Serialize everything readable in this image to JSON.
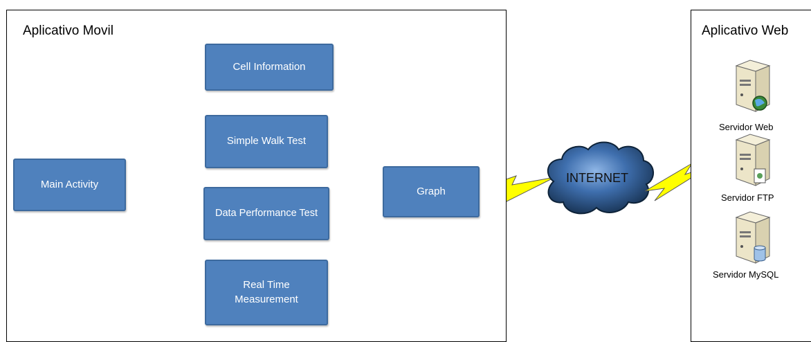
{
  "mobile_panel": {
    "title": "Aplicativo Movil",
    "main_activity": "Main Activity",
    "modules": {
      "cell_information": "Cell Information",
      "simple_walk_test": "Simple Walk Test",
      "data_performance_test": "Data Performance Test",
      "real_time_line1": "Real Time",
      "real_time_line2": "Measurement"
    },
    "graph": "Graph"
  },
  "network": {
    "cloud_label": "INTERNET"
  },
  "web_panel": {
    "title": "Aplicativo Web",
    "servers": [
      {
        "label": "Servidor Web",
        "icon": "globe-badge-icon"
      },
      {
        "label": "Servidor FTP",
        "icon": "document-badge-icon"
      },
      {
        "label": "Servidor MySQL",
        "icon": "database-badge-icon"
      }
    ]
  },
  "colors": {
    "box_fill": "#4f81bd",
    "box_border": "#3d6a9e",
    "connector": "#4a6fa5",
    "lightning": "#ffff00",
    "cloud": "#2e4f7a"
  }
}
